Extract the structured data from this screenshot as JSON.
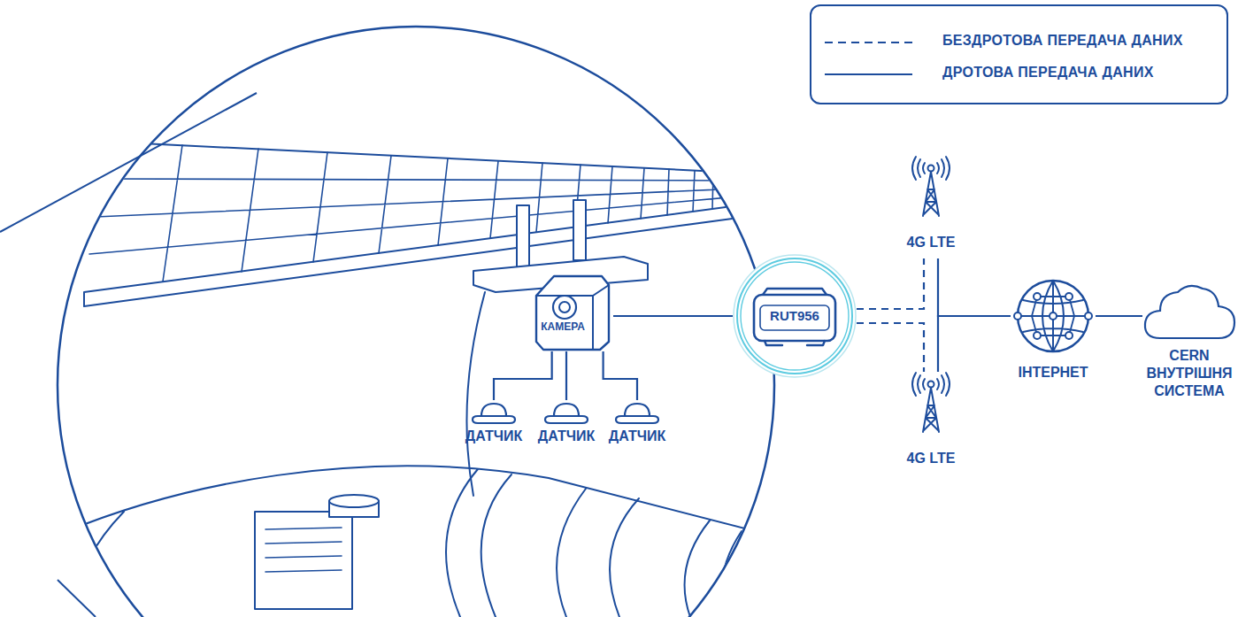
{
  "diagram": {
    "nodes": [
      {
        "text": [
          "КАМЕРА"
        ]
      },
      {
        "text": [
          "ДАТЧИК"
        ]
      },
      {
        "text": [
          "ДАТЧИК"
        ]
      },
      {
        "text": [
          "ДАТЧИК"
        ]
      },
      {
        "text": [
          "RUT956"
        ]
      },
      {
        "text": [
          "4G LTE"
        ]
      },
      {
        "text": [
          "4G LTE"
        ]
      },
      {
        "text": [
          "ІНТЕРНЕТ"
        ]
      },
      {
        "text": [
          "CERN ВНУТРІШНЯ СИСТЕМА"
        ]
      }
    ],
    "edges": [
      {
        "from": 0,
        "to": 1,
        "arrow": "none"
      },
      {
        "from": 0,
        "to": 2,
        "arrow": "none"
      },
      {
        "from": 0,
        "to": 3,
        "arrow": "none"
      },
      {
        "from": 0,
        "to": 4,
        "arrow": "none"
      },
      {
        "from": 4,
        "to": 5,
        "arrow": "none"
      },
      {
        "from": 4,
        "to": 6,
        "arrow": "none"
      },
      {
        "from": 5,
        "to": 7,
        "arrow": "none"
      },
      {
        "from": 6,
        "to": 7,
        "arrow": "none"
      },
      {
        "from": 7,
        "to": 8,
        "arrow": "none"
      }
    ],
    "legend": [
      {
        "text": "БЕЗДРОТОВА ПЕРЕДАЧА ДАНИХ"
      },
      {
        "text": "ДРОТОВА ПЕРЕДАЧА ДАНИХ"
      }
    ]
  }
}
